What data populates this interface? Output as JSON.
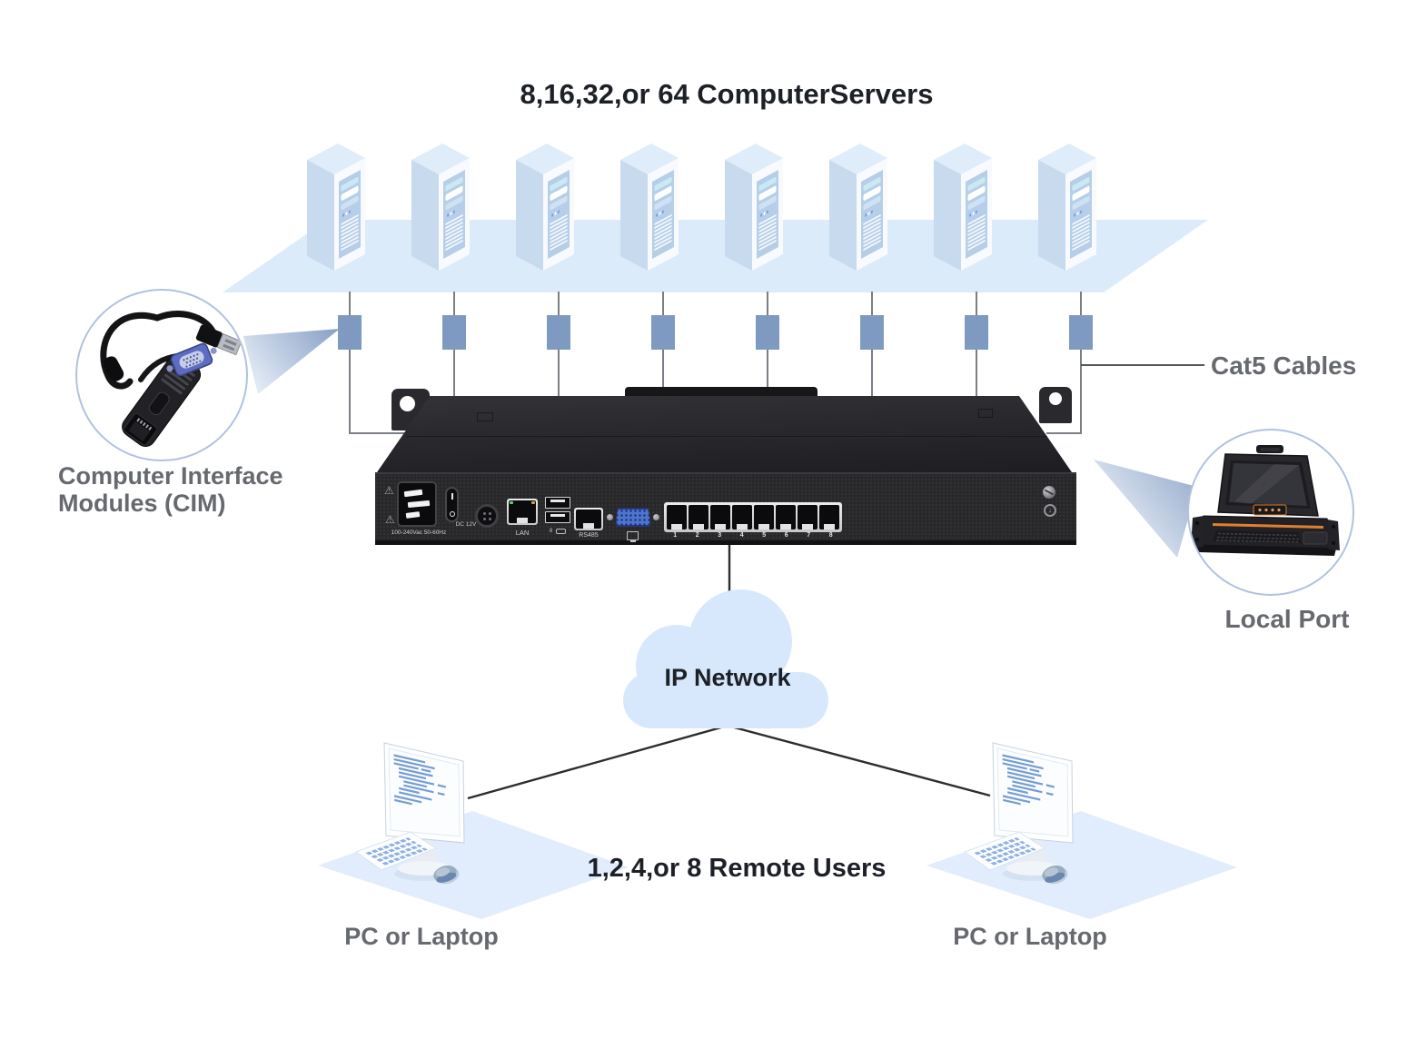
{
  "labels": {
    "title": "8,16,32,or 64 ComputerServers",
    "cat5": "Cat5 Cables",
    "cim_line1": "Computer Interface",
    "cim_line2": "Modules (CIM)",
    "local_port": "Local Port",
    "ip_network": "IP Network",
    "remote_users": "1,2,4,or 8 Remote Users",
    "pc_left": "PC or Laptop",
    "pc_right": "PC or Laptop"
  },
  "device": {
    "power_rating": "100-240Vac 50-60Hz",
    "dc_label": "DC 12V",
    "lan_label": "LAN",
    "usb_label": "8",
    "rs485_label": "RS485",
    "port_numbers": [
      "1",
      "2",
      "3",
      "4",
      "5",
      "6",
      "7",
      "8"
    ]
  },
  "counts": {
    "servers_shown": 8,
    "cim_connectors_shown": 8,
    "remote_pcs_shown": 2,
    "device_rj45_ports": 8
  },
  "colors": {
    "platform_blue": "#dcebfa",
    "connector_steel_blue": "#7e9ac1",
    "cloud_blue": "#d8e8fc",
    "label_gray": "#66696e",
    "title_dark": "#1d2127",
    "device_panel": "#28282b",
    "vga_blue": "#4d75cf",
    "console_accent_orange": "#e0802f",
    "server_panel_blue": "#b6cee8"
  }
}
